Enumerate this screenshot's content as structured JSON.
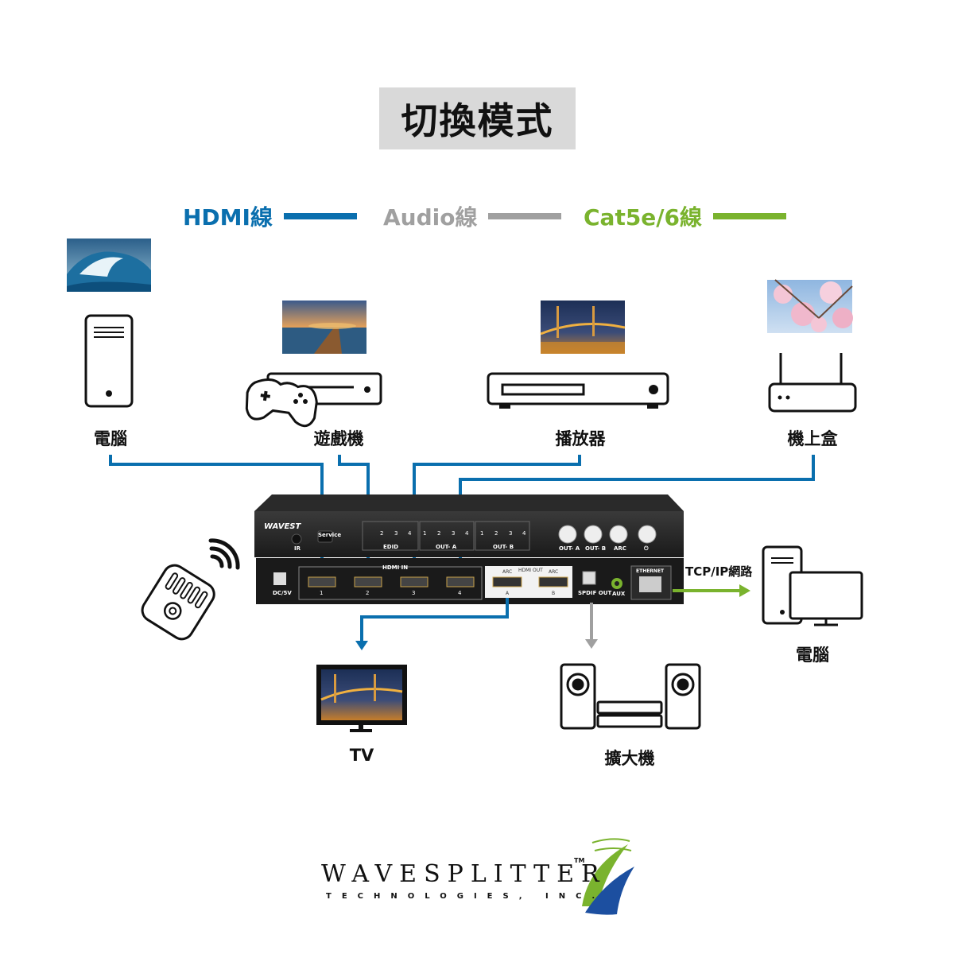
{
  "title": "切換模式",
  "legend": [
    {
      "label": "HDMI線",
      "color": "#0a6fae"
    },
    {
      "label": "Audio線",
      "color": "#a0a0a0"
    },
    {
      "label": "Cat5e/6線",
      "color": "#7ab32e"
    }
  ],
  "devices": {
    "pc_source": "電腦",
    "game": "遊戲機",
    "player": "播放器",
    "stb": "機上盒",
    "tv": "TV",
    "amp": "擴大機",
    "pc_network": "電腦"
  },
  "network_label": "TCP/IP網路",
  "switch_panel": {
    "brand": "WAVEST",
    "ir": "IR",
    "service": "Service",
    "edid": "EDID",
    "out_a": "OUT- A",
    "out_b": "OUT- B",
    "btn_out_a": "OUT- A",
    "btn_out_b": "OUT- B",
    "btn_arc": "ARC",
    "dc": "DC/5V",
    "hdmi_in": "HDMI IN",
    "hdmi_out": "HDMI OUT",
    "arc_a": "ARC",
    "arc_b": "ARC",
    "out_port_a": "A",
    "out_port_b": "B",
    "spdif": "SPDIF OUT",
    "aux": "AUX",
    "ethernet": "ETHERNET",
    "in_ports": [
      "1",
      "2",
      "3",
      "4"
    ],
    "dip_nums": [
      "2",
      "3",
      "4",
      "1",
      "2",
      "3",
      "4",
      "1",
      "2",
      "3",
      "4"
    ]
  },
  "logo": {
    "main": "WAVESPLITTER",
    "tm": "TM",
    "sub": "TECHNOLOGIES, INC."
  },
  "icons": [
    "ocean-photo-icon",
    "pier-photo-icon",
    "bridge-photo-icon",
    "blossom-photo-icon",
    "pc-tower-icon",
    "game-console-icon",
    "gamepad-icon",
    "media-player-icon",
    "router-icon",
    "remote-control-icon",
    "wifi-signal-icon",
    "tv-icon",
    "speaker-amp-icon",
    "desktop-computer-icon",
    "wavesplitter-swoosh-icon"
  ]
}
